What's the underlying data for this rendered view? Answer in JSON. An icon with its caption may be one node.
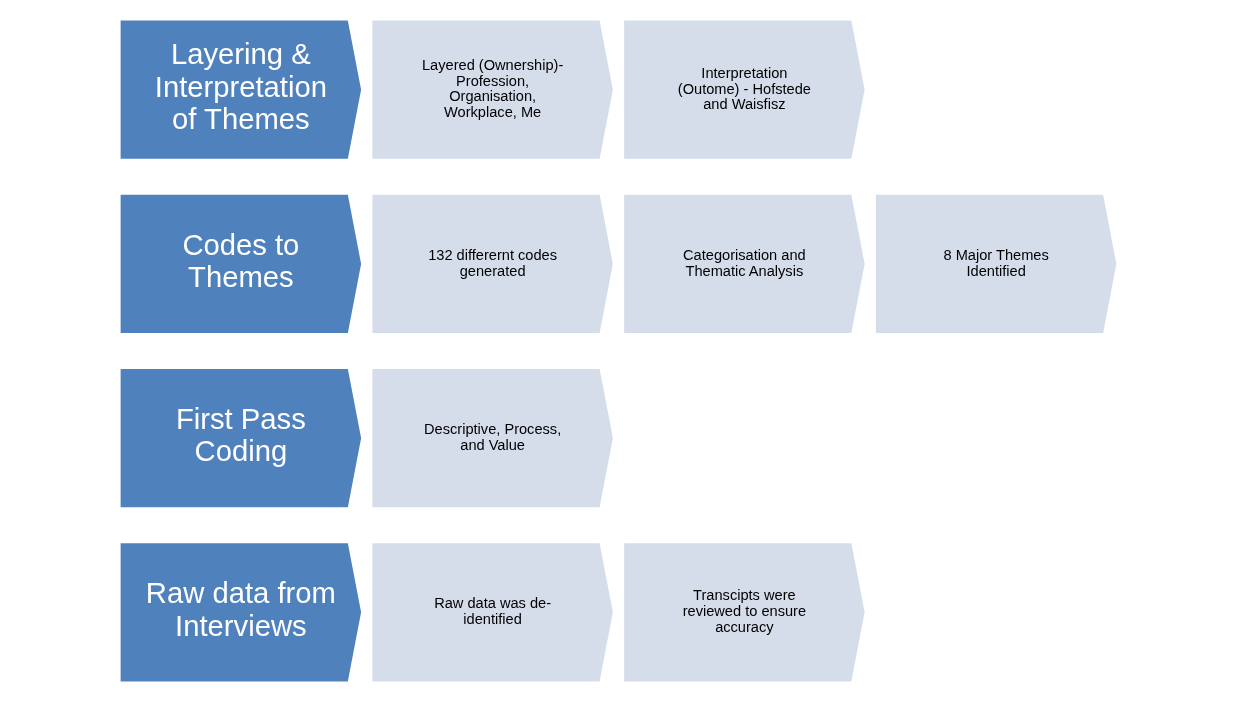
{
  "diagram": {
    "nodes": [
      {
        "text": [
          "Raw data from Interviews"
        ]
      },
      {
        "text": [
          "Raw data was de-identified"
        ]
      },
      {
        "text": [
          "Transcipts were reviewed to ensure accuracy"
        ]
      },
      {
        "text": [
          "First Pass Coding"
        ]
      },
      {
        "text": [
          "Descriptive, Process, and Value"
        ]
      },
      {
        "text": [
          "Codes to Themes"
        ]
      },
      {
        "text": [
          "132 differernt codes generated"
        ]
      },
      {
        "text": [
          "Categorisation and Thematic Analysis"
        ]
      },
      {
        "text": [
          "8 Major Themes Identified"
        ]
      },
      {
        "text": [
          "Layering & Interpretation of Themes"
        ]
      },
      {
        "text": [
          "Layered (Ownership)- Profession, Organisation, Workplace, Me"
        ]
      },
      {
        "text": [
          "Interpretation (Outome) - Hofstede and Waisfisz"
        ]
      }
    ]
  }
}
